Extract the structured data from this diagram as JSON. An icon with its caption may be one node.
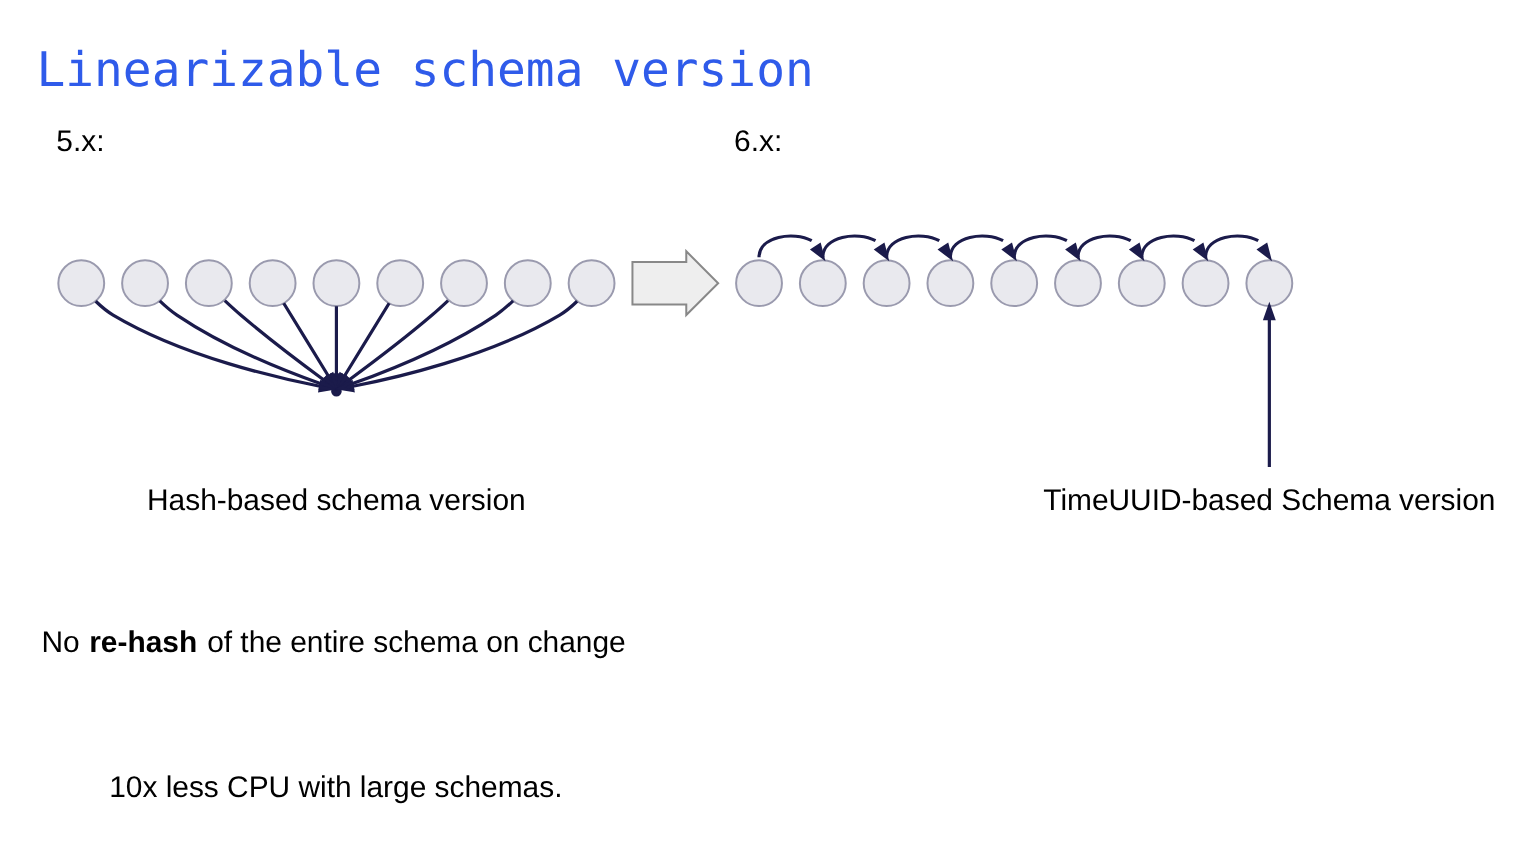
{
  "diagram": {
    "title": "Linearizable schema version",
    "nodes": [
      {
        "text": [],
        "shape": "circle"
      },
      {
        "text": [],
        "shape": "circle"
      },
      {
        "text": [],
        "shape": "circle"
      },
      {
        "text": [],
        "shape": "circle"
      },
      {
        "text": [],
        "shape": "circle"
      },
      {
        "text": [],
        "shape": "circle"
      },
      {
        "text": [],
        "shape": "circle"
      },
      {
        "text": [],
        "shape": "circle"
      },
      {
        "text": [],
        "shape": "circle"
      },
      {
        "text": [],
        "shape": "point"
      },
      {
        "text": [],
        "shape": "arrow"
      },
      {
        "text": [],
        "shape": "circle"
      },
      {
        "text": [],
        "shape": "circle"
      },
      {
        "text": [],
        "shape": "circle"
      },
      {
        "text": [],
        "shape": "circle"
      },
      {
        "text": [],
        "shape": "circle"
      },
      {
        "text": [],
        "shape": "circle"
      },
      {
        "text": [],
        "shape": "circle"
      },
      {
        "text": [],
        "shape": "circle"
      },
      {
        "text": [],
        "shape": "circle"
      },
      {
        "text": [
          "TimeUUID-based Schema version"
        ]
      }
    ],
    "edges": [
      {
        "from": 0,
        "to": 9,
        "arrow": "to"
      },
      {
        "from": 1,
        "to": 9,
        "arrow": "to"
      },
      {
        "from": 2,
        "to": 9,
        "arrow": "to"
      },
      {
        "from": 3,
        "to": 9,
        "arrow": "to"
      },
      {
        "from": 4,
        "to": 9,
        "arrow": "to"
      },
      {
        "from": 5,
        "to": 9,
        "arrow": "to"
      },
      {
        "from": 6,
        "to": 9,
        "arrow": "to"
      },
      {
        "from": 7,
        "to": 9,
        "arrow": "to"
      },
      {
        "from": 8,
        "to": 9,
        "arrow": "to"
      },
      {
        "from": 11,
        "to": 12,
        "arrow": "to"
      },
      {
        "from": 12,
        "to": 13,
        "arrow": "to"
      },
      {
        "from": 13,
        "to": 14,
        "arrow": "to"
      },
      {
        "from": 14,
        "to": 15,
        "arrow": "to"
      },
      {
        "from": 15,
        "to": 16,
        "arrow": "to"
      },
      {
        "from": 16,
        "to": 17,
        "arrow": "to"
      },
      {
        "from": 17,
        "to": 18,
        "arrow": "to"
      },
      {
        "from": 18,
        "to": 19,
        "arrow": "to"
      },
      {
        "from": 20,
        "to": 19,
        "arrow": "to"
      }
    ],
    "labels": [
      "5.x:",
      "6.x:",
      "Hash-based schema version",
      "No **re-hash** of the entire schema on change",
      "10x less CPU with large schemas."
    ]
  }
}
